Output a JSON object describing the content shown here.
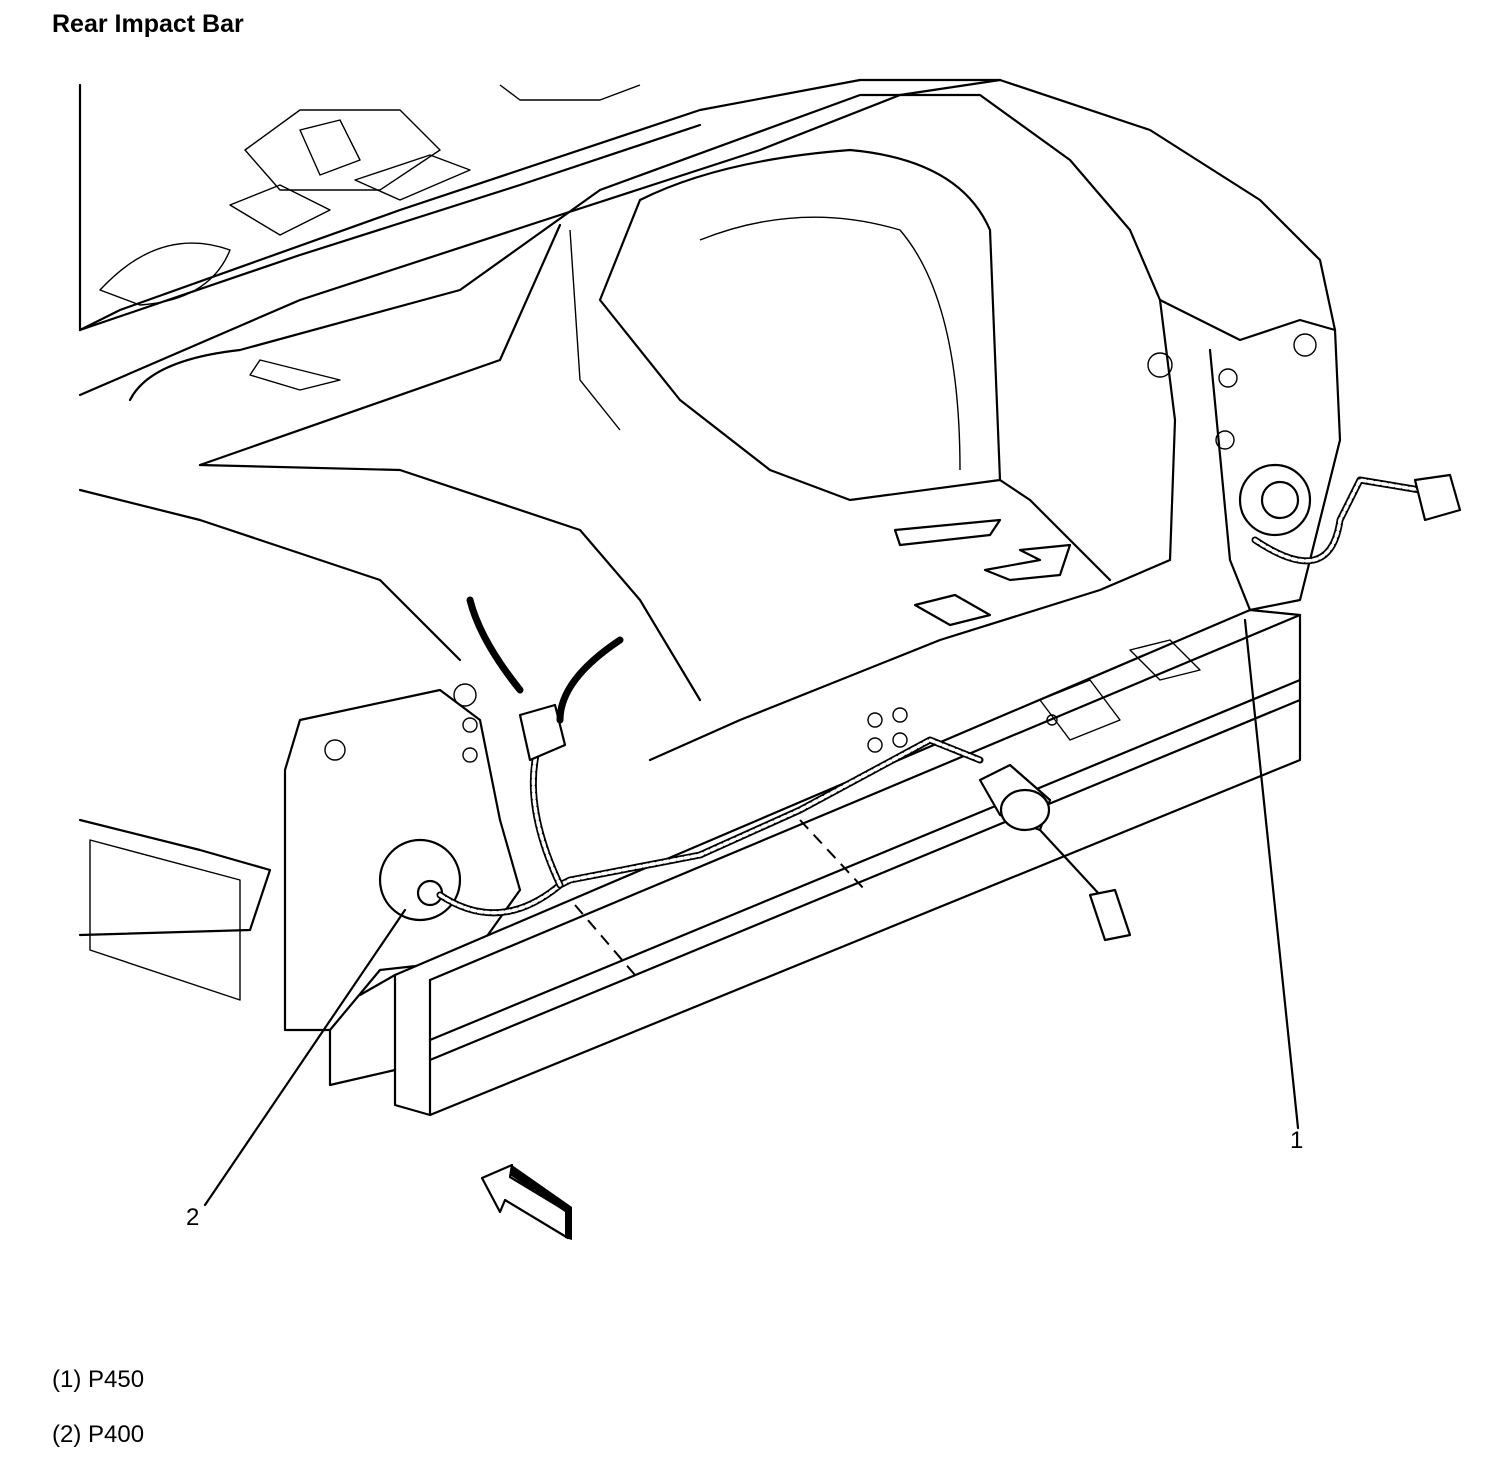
{
  "title": "Rear Impact Bar",
  "callouts": [
    {
      "number": "1",
      "connector": "P450"
    },
    {
      "number": "2",
      "connector": "P400"
    }
  ],
  "legend": [
    {
      "text": "(1) P450"
    },
    {
      "text": "(2) P400"
    }
  ]
}
